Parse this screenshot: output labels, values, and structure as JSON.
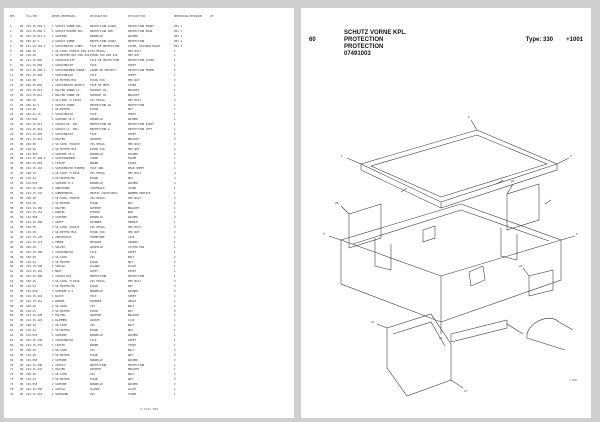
{
  "left_page": {
    "header": [
      "BEN",
      "TILLVER",
      "BENEN BENENNUNG",
      "DESIGNATION",
      "DESCRIPTION",
      "BEMERKUNG/REMARQUE",
      "ZE"
    ],
    "rows": [
      [
        "1",
        "00",
        "214.15.001.1",
        "1 SCHUTZ VORNE KPL.",
        "PROTECTION AVANT",
        "PROTECTION FRONT",
        "PE1 1"
      ],
      [
        "2",
        "00",
        "214.15.002.1",
        "1 SCHUTZ HINTEN KPL.",
        "PROTECTION ARR.",
        "PROTECTION REAR",
        "PE1 1"
      ],
      [
        "3",
        "00",
        "214.15.011.1",
        "1 SCHEIBE",
        "RONDELLE",
        "WASHER",
        "PE1 1"
      ],
      [
        "4",
        "00",
        "106.42.3",
        "2 SCHUTZ VORNE",
        "PROTECTION AVANT",
        "PROTECTION",
        "PE1 1"
      ],
      [
        "5",
        "00",
        "211.15.101.1",
        "1 SCHUTZBLECH LINKS",
        "TOLE DE PROTECTION",
        "COVER, DIVIDER RIGHT",
        "PE1 1"
      ],
      [
        "6",
        "00",
        "100.25",
        "1 SK-SCHR. M10X25 DIN 933-8.8",
        "VIS HEXAG.",
        "HEX BOLT",
        "1"
      ],
      [
        "7",
        "00",
        "110.28",
        "1 SK-MUTTER M10 DIN 934-8",
        "ECROU H10 DIN 934",
        "HEX NUT",
        "1"
      ],
      [
        "8",
        "00",
        "211.15.001",
        "1 SCHUTZLEISTE",
        "TOLE DE PROTECTION",
        "PROTECTION COVER",
        "1"
      ],
      [
        "9",
        "00",
        "211.15.002",
        "1 SCHUTZBLECH",
        "TOLE",
        "SHEET",
        "1"
      ],
      [
        "10",
        "00",
        "211.15.105.1",
        "1 SCHUTZRAHMEN VORNE",
        "CADRE DE PROTECT.",
        "PROTECTION FRAME",
        "1"
      ],
      [
        "11",
        "00",
        "221.15.003",
        "1 SCHUTZBLECH",
        "TOLE",
        "SHEET",
        "1"
      ],
      [
        "12",
        "00",
        "110.28",
        "2 SK-MUTTER M10",
        "ECROU H10",
        "HEX NUT",
        "2"
      ],
      [
        "13",
        "00",
        "106.25.001",
        "1 SCHUTZBLECH RECHTS",
        "TOLE DE PROT.",
        "COVER",
        "1"
      ],
      [
        "14",
        "00",
        "214.15.011",
        "1 HALTER VORNE LI.",
        "SUPPORT AV.",
        "BRACKET",
        "1"
      ],
      [
        "15",
        "00",
        "214.15.012",
        "1 HALTER VORNE RE.",
        "SUPPORT AV.",
        "BRACKET",
        "1"
      ],
      [
        "16",
        "00",
        "100.16",
        "2 SK-SCHR. M 10X16",
        "VIS HEXAG.",
        "HEX BOLT",
        "2"
      ],
      [
        "17",
        "00",
        "106.42.3",
        "1 SCHUTZ VORNE",
        "PROTECTION AV.",
        "PROTECTION",
        "1"
      ],
      [
        "18",
        "00",
        "110.28",
        "1 SK-MUTTER",
        "ECROU",
        "NUT",
        "1"
      ],
      [
        "19",
        "00",
        "106.42.15",
        "1 SCHUTZBLECH",
        "TOLE",
        "SHEET",
        "1"
      ],
      [
        "20",
        "00",
        "132.065",
        "1 SCHEIBE 10.5",
        "RONDELLE",
        "WASHER",
        "1"
      ],
      [
        "21",
        "00",
        "214.15.011",
        "1 SCHUTZ RE. KPL.",
        "PROTECTION DR.",
        "PROTECTION RIGHT",
        "1"
      ],
      [
        "22",
        "00",
        "214.15.012",
        "1 SCHUTZ LI. KPL.",
        "PROTECTION G.",
        "PROTECTION LEFT",
        "1"
      ],
      [
        "23",
        "00",
        "211.15.002",
        "1 SCHUTZBLECH",
        "TOLE",
        "SHEET",
        "1"
      ],
      [
        "24",
        "00",
        "211.15.012",
        "2 HALTER",
        "SUPPORT",
        "BRACKET",
        "2"
      ],
      [
        "25",
        "00",
        "100.20",
        "2 SK-SCHR. M10X20",
        "VIS HEXAG.",
        "HEX BOLT",
        "2"
      ],
      [
        "26",
        "00",
        "110.28",
        "2 SK-MUTTER M10",
        "ECROU H10",
        "HEX NUT",
        "2"
      ],
      [
        "27",
        "00",
        "132.065",
        "2 SCHEIBE 10.5",
        "RONDELLE",
        "WASHER",
        "2"
      ],
      [
        "28",
        "00",
        "214.15.106.1",
        "1 SCHUTZRAHMEN",
        "CADRE",
        "FRAME",
        "1"
      ],
      [
        "29",
        "00",
        "106.25.001",
        "1 LEISTE",
        "BARRE",
        "STRIP",
        "1"
      ],
      [
        "30",
        "00",
        "214.15.110",
        "1 SCHUTZBLECH HINTEN",
        "TOLE ARR.",
        "REAR SHEET",
        "1"
      ],
      [
        "31",
        "00",
        "100.16",
        "4 SK-SCHR. M 8X16",
        "VIS HEXAG.",
        "HEX BOLT",
        "4"
      ],
      [
        "32",
        "00",
        "110.24",
        "4 SK-MUTTER M8",
        "ECROU",
        "NUT",
        "4"
      ],
      [
        "33",
        "00",
        "132.055",
        "4 SCHEIBE 8.4",
        "RONDELLE",
        "WASHER",
        "4"
      ],
      [
        "34",
        "00",
        "214.15.140",
        "1 ABDECKUNG",
        "COUVERCLE",
        "COVER",
        "1"
      ],
      [
        "35",
        "00",
        "214.15.141",
        "1 GUMMIPROFIL",
        "PROFIL CAOUTCHOUC",
        "RUBBER PROFILE",
        "1"
      ],
      [
        "36",
        "00",
        "100.30",
        "2 SK-SCHR. M10X30",
        "VIS HEXAG.",
        "HEX BOLT",
        "2"
      ],
      [
        "37",
        "00",
        "110.28",
        "2 SK-MUTTER",
        "ECROU",
        "NUT",
        "2"
      ],
      [
        "38",
        "00",
        "214.15.150",
        "1 HALTER",
        "SUPPORT",
        "BRACKET",
        "1"
      ],
      [
        "39",
        "00",
        "214.15.151",
        "1 BUEGEL",
        "ETRIER",
        "BOW",
        "1"
      ],
      [
        "40",
        "00",
        "132.065",
        "2 SCHEIBE",
        "RONDELLE",
        "WASHER",
        "2"
      ],
      [
        "41",
        "00",
        "214.15.160",
        "1 GRIFF",
        "POIGNEE",
        "HANDLE",
        "1"
      ],
      [
        "42",
        "00",
        "100.25",
        "2 SK-SCHR. M10X25",
        "VIS HEXAG.",
        "HEX BOLT",
        "2"
      ],
      [
        "43",
        "00",
        "110.28",
        "2 SK-MUTTER M10",
        "ECROU H10",
        "HEX NUT",
        "2"
      ],
      [
        "44",
        "00",
        "214.15.170",
        "1 VERSCHLUSS",
        "FERMETURE",
        "LOCK",
        "1"
      ],
      [
        "45",
        "00",
        "214.15.171",
        "1 FEDER",
        "RESSORT",
        "SPRING",
        "1"
      ],
      [
        "46",
        "00",
        "109.30",
        "1 SPLINT",
        "GOUPILLE",
        "COTTER PIN",
        "1"
      ],
      [
        "47",
        "00",
        "214.15.180",
        "1 SCHUTZBLECH",
        "TOLE",
        "SHEET",
        "1"
      ],
      [
        "48",
        "00",
        "100.20",
        "2 SK-SCHR.",
        "VIS",
        "BOLT",
        "2"
      ],
      [
        "49",
        "00",
        "110.24",
        "2 SK-MUTTER",
        "ECROU",
        "NUT",
        "2"
      ],
      [
        "50",
        "00",
        "214.15.190",
        "1 SCHILD",
        "PLAQUE",
        "PLATE",
        "1"
      ],
      [
        "51",
        "00",
        "214.15.191",
        "1 NIET",
        "RIVET",
        "RIVET",
        "1"
      ],
      [
        "52",
        "00",
        "214.15.200",
        "1 SCHUTZ KPL.",
        "PROTECTION",
        "PROTECTION",
        "1"
      ],
      [
        "53",
        "00",
        "100.16",
        "3 SK-SCHR. M 8X16",
        "VIS HEXAG.",
        "HEX BOLT",
        "3"
      ],
      [
        "54",
        "00",
        "110.24",
        "3 SK-MUTTER M8",
        "ECROU",
        "NUT",
        "3"
      ],
      [
        "55",
        "00",
        "132.055",
        "3 SCHEIBE 8.4",
        "RONDELLE",
        "WASHER",
        "3"
      ],
      [
        "56",
        "00",
        "214.15.210",
        "1 BLECH",
        "TOLE",
        "SHEET",
        "1"
      ],
      [
        "57",
        "00",
        "214.15.211",
        "1 WINKEL",
        "EQUERRE",
        "ANGLE",
        "1"
      ],
      [
        "58",
        "00",
        "100.20",
        "2 SK-SCHR.",
        "VIS",
        "BOLT",
        "2"
      ],
      [
        "59",
        "00",
        "110.24",
        "2 SK-MUTTER",
        "ECROU",
        "NUT",
        "2"
      ],
      [
        "60",
        "00",
        "214.15.220",
        "1 HALTER",
        "SUPPORT",
        "BRACKET",
        "1"
      ],
      [
        "61",
        "00",
        "214.15.221",
        "1 KLAMMER",
        "AGRAFE",
        "CLIP",
        "1"
      ],
      [
        "62",
        "00",
        "100.16",
        "1 SK-SCHR.",
        "VIS",
        "BOLT",
        "1"
      ],
      [
        "63",
        "00",
        "110.24",
        "1 SK-MUTTER",
        "ECROU",
        "NUT",
        "1"
      ],
      [
        "64",
        "00",
        "132.055",
        "1 SCHEIBE",
        "RONDELLE",
        "WASHER",
        "1"
      ],
      [
        "65",
        "00",
        "214.15.230",
        "1 SCHUTZBLECH",
        "TOLE",
        "SHEET",
        "1"
      ],
      [
        "66",
        "00",
        "214.15.231",
        "1 LEISTE",
        "BARRE",
        "STRIP",
        "1"
      ],
      [
        "67",
        "00",
        "100.25",
        "2 SK-SCHR.",
        "VIS",
        "BOLT",
        "2"
      ],
      [
        "68",
        "00",
        "110.28",
        "2 SK-MUTTER",
        "ECROU",
        "NUT",
        "2"
      ],
      [
        "69",
        "00",
        "132.065",
        "2 SCHEIBE",
        "RONDELLE",
        "WASHER",
        "2"
      ],
      [
        "70",
        "00",
        "214.15.240",
        "1 SCHUTZ",
        "PROTECTION",
        "PROTECTION",
        "1"
      ],
      [
        "71",
        "00",
        "214.15.241",
        "1 HALTER",
        "SUPPORT",
        "BRACKET",
        "1"
      ],
      [
        "72",
        "00",
        "100.20",
        "2 SK-SCHR.",
        "VIS",
        "BOLT",
        "2"
      ],
      [
        "73",
        "00",
        "110.24",
        "2 SK-MUTTER",
        "ECROU",
        "NUT",
        "2"
      ],
      [
        "74",
        "00",
        "132.055",
        "2 SCHEIBE",
        "RONDELLE",
        "WASHER",
        "2"
      ],
      [
        "75",
        "00",
        "214.15.250",
        "1 SCHILD",
        "PLAQUE",
        "PLATE",
        "1"
      ],
      [
        "76",
        "00",
        "214.15.251",
        "1 SCHRAUBE",
        "VIS",
        "SCREW",
        "1"
      ]
    ],
    "footer": "2/1995 888"
  },
  "right_page": {
    "section": "60",
    "title": "SCHUTZ VORNE KPL.",
    "subtitle_1": "PROTECTION",
    "subtitle_2": "PROTECTION",
    "part_number": "07491003",
    "type_label": "Type: 330",
    "type_number": "+1001",
    "drawing_code": "2/1995"
  },
  "colors": {
    "paper": "#ffffff",
    "background": "#cfcfcf",
    "ink": "#111111"
  }
}
